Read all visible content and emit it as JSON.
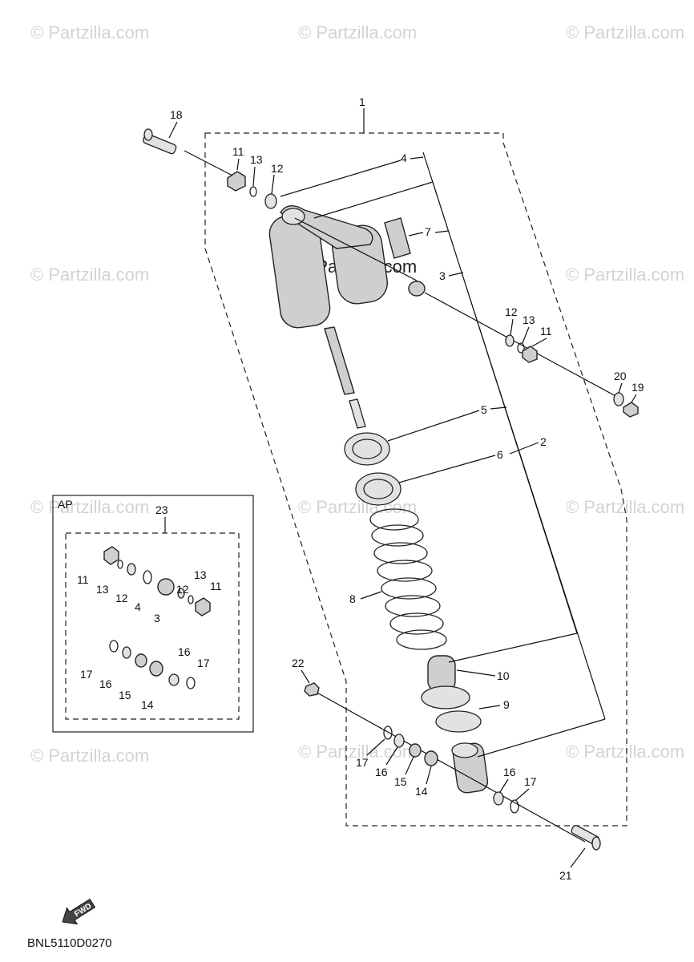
{
  "watermark": "© Partzilla.com",
  "diagram_code": "BNL5110D0270",
  "ap_box_label": "AP",
  "fwd_label": "FWD",
  "callouts": {
    "c1": "1",
    "c2": "2",
    "c3": "3",
    "c4": "4",
    "c5": "5",
    "c6": "6",
    "c7": "7",
    "c8": "8",
    "c9": "9",
    "c10": "10",
    "c11a": "11",
    "c11b": "11",
    "c12a": "12",
    "c12b": "12",
    "c13a": "13",
    "c13b": "13",
    "c14": "14",
    "c15": "15",
    "c16a": "16",
    "c16b": "16",
    "c17a": "17",
    "c17b": "17",
    "c18": "18",
    "c19": "19",
    "c20": "20",
    "c21": "21",
    "c22": "22",
    "c23": "23",
    "ap11a": "11",
    "ap13a": "13",
    "ap12a": "12",
    "ap4": "4",
    "ap3": "3",
    "ap12b": "12",
    "ap13b": "13",
    "ap11b": "11",
    "ap17a": "17",
    "ap16a": "16",
    "ap15": "15",
    "ap14": "14",
    "ap16b": "16",
    "ap17b": "17"
  }
}
